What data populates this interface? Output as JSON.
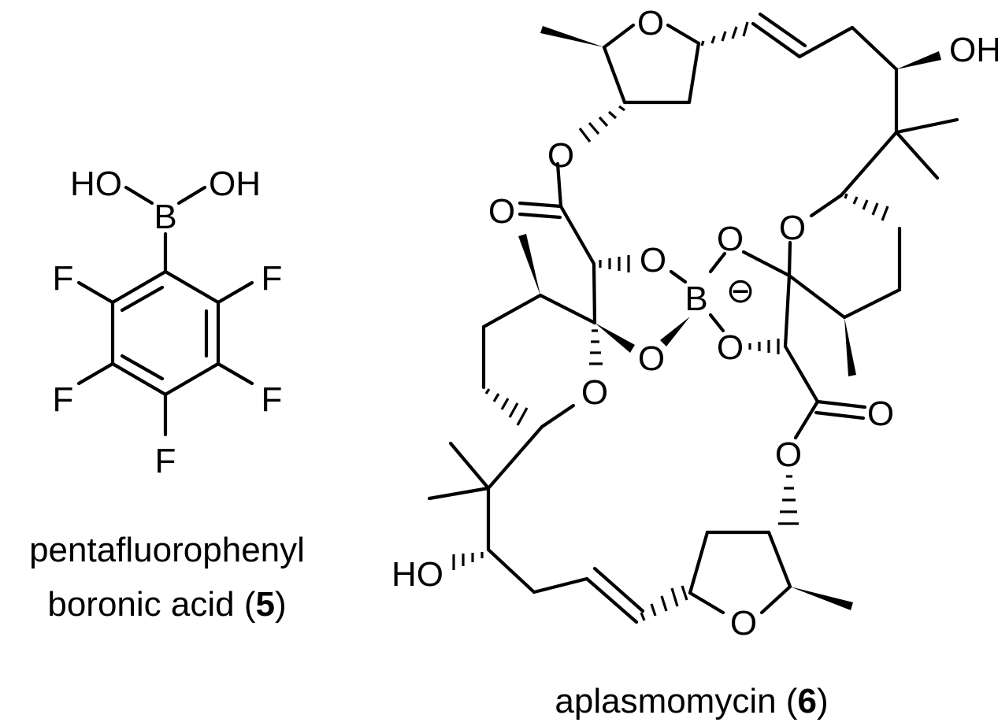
{
  "compound5": {
    "caption_line1": "pentafluorophenyl",
    "caption_line2_prefix": "boronic acid (",
    "caption_number": "5",
    "caption_suffix": ")",
    "labels": {
      "HO": "HO",
      "OH": "OH",
      "B": "B",
      "F": "F"
    }
  },
  "compound6": {
    "caption_prefix": "aplasmomycin (",
    "caption_number": "6",
    "caption_suffix": ")",
    "labels": {
      "O": "O",
      "OH": "OH",
      "HO": "HO",
      "B": "B",
      "charge": "⊖"
    }
  },
  "colors": {
    "ink": "#000000",
    "background": "#ffffff"
  }
}
